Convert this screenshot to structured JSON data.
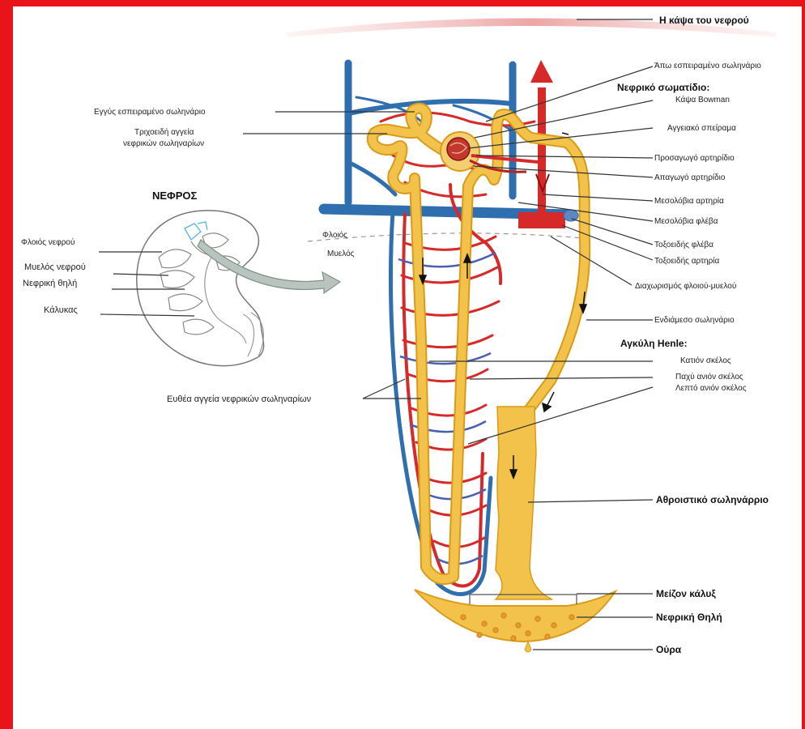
{
  "colors": {
    "frame": "#e8141a",
    "artery": "#d62a2a",
    "vein": "#2f6fb0",
    "tubule": "#f2c24a",
    "tubule_edge": "#d99b1a",
    "outline": "#777777",
    "arrow": "#9fb0a6"
  },
  "kidney_inset": {
    "title": "ΝΕΦΡΟΣ",
    "labels": [
      "Φλοιός νεφρού",
      "Μυελός νεφρού",
      "Νεφρική θηλή",
      "Κάλυκας"
    ]
  },
  "zone_labels": {
    "cortex": "Φλοιός",
    "medulla": "Μυελός"
  },
  "headings": {
    "renal_corpuscle": "Νεφρικό σωματίδιο:",
    "loop_of_henle": "Αγκύλη Henle:"
  },
  "left_labels": {
    "proximal_tubule": "Εγγύς εσπειραμένο σωληνάριο",
    "capillaries_line1": "Τριχοειδή αγγεία",
    "capillaries_line2": "νεφρικών σωληναρίων",
    "vasa_recta": "Ευθέα αγγεία νεφρικών σωληναρίων"
  },
  "right_labels": {
    "capsule": "Η κάψα του νεφρού",
    "distal_tubule": "Άπω εσπειραμένο σωληνάριο",
    "bowman": "Κάψα Bowman",
    "glomerulus": "Αγγειακό σπείραμα",
    "afferent": "Προσαγωγό αρτηρίδιο",
    "efferent": "Απαγωγό αρτηρίδιο",
    "interlobar_artery": "Μεσολόβια αρτηρία",
    "interlobar_vein": "Μεσολόβια φλέβα",
    "arcuate_vein": "Τοξοειδής φλέβα",
    "arcuate_artery": "Τοξοειδής αρτηρία",
    "corticomedullary": "Διαχωρισμός φλοιού-μυελού",
    "connecting_tubule": "Ενδιάμεσο σωληνάριο",
    "descending": "Κατιόν σκέλος",
    "thick_ascending": "Παχύ ανιόν σκέλος",
    "thin_ascending": "Λεπτό ανιόν σκέλος",
    "collecting_duct": "Αθροιστικό σωληνάρριο",
    "major_calyx": "Μείζον κάλυξ",
    "renal_papilla": "Νεφρική Θηλή",
    "urine": "Ούρα"
  }
}
